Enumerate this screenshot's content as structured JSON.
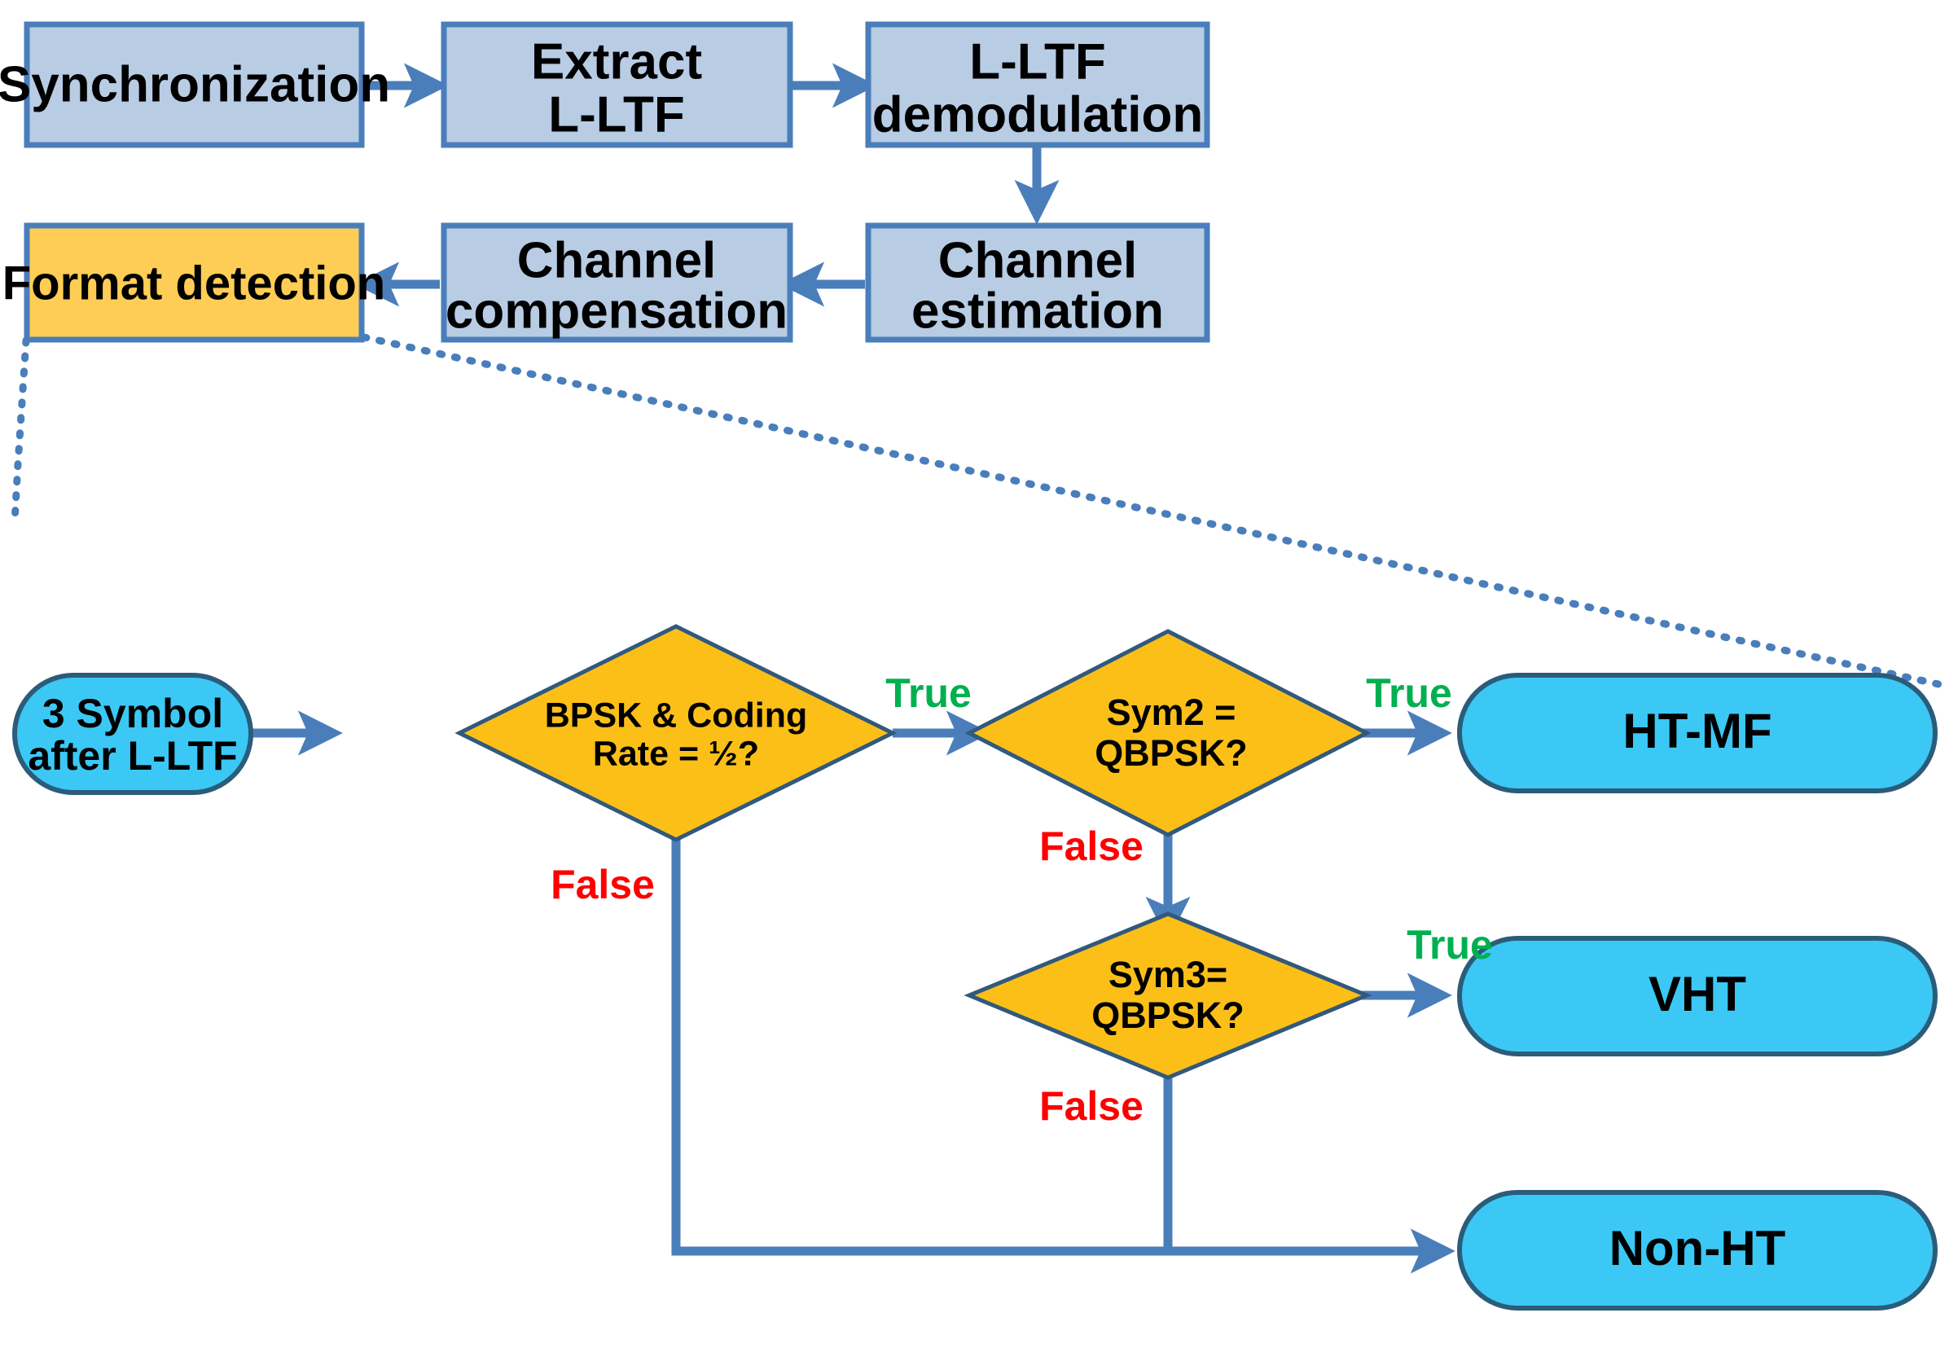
{
  "diagram": {
    "title": "WLAN packet format detection flowchart",
    "colors": {
      "process_fill": "#b8cce4",
      "process_stroke": "#4a7ebb",
      "highlight_fill": "#fdcd55",
      "decision_fill": "#fcbf18",
      "decision_stroke": "#31597d",
      "terminator_fill": "#3bc8f5",
      "terminator_stroke": "#2b5c7a",
      "connector": "#4a7ebb",
      "true_label": "#00b050",
      "false_label": "#ff0000"
    },
    "pipeline": {
      "nodes": [
        {
          "id": "synchronization",
          "label_line1": "Synchronization",
          "label_line2": "",
          "type": "process"
        },
        {
          "id": "extract-l-ltf",
          "label_line1": "Extract",
          "label_line2": "L-LTF",
          "type": "process"
        },
        {
          "id": "l-ltf-demodulation",
          "label_line1": "L-LTF",
          "label_line2": "demodulation",
          "type": "process"
        },
        {
          "id": "channel-estimation",
          "label_line1": "Channel",
          "label_line2": "estimation",
          "type": "process"
        },
        {
          "id": "channel-compensation",
          "label_line1": "Channel",
          "label_line2": "compensation",
          "type": "process"
        },
        {
          "id": "format-detection",
          "label_line1": "Format detection",
          "label_line2": "",
          "type": "process-highlight"
        }
      ]
    },
    "detection": {
      "start": {
        "id": "three-symbol-after-l-ltf",
        "label_line1": "3 Symbol",
        "label_line2": "after L-LTF"
      },
      "decisions": [
        {
          "id": "bpsk-coding-rate",
          "label_line1": "BPSK & Coding",
          "label_line2": "Rate  = ½?"
        },
        {
          "id": "sym2-qbpsk",
          "label_line1": "Sym2 =",
          "label_line2": "QBPSK?"
        },
        {
          "id": "sym3-qbpsk",
          "label_line1": "Sym3=",
          "label_line2": "QBPSK?"
        }
      ],
      "outcomes": [
        {
          "id": "ht-mf",
          "label": "HT-MF"
        },
        {
          "id": "vht",
          "label": "VHT"
        },
        {
          "id": "non-ht",
          "label": "Non-HT"
        }
      ],
      "edge_labels": {
        "true": "True",
        "false": "False"
      },
      "branches": [
        {
          "from": "bpsk-coding-rate",
          "condition": "True",
          "to": "sym2-qbpsk"
        },
        {
          "from": "bpsk-coding-rate",
          "condition": "False",
          "to": "non-ht"
        },
        {
          "from": "sym2-qbpsk",
          "condition": "True",
          "to": "ht-mf"
        },
        {
          "from": "sym2-qbpsk",
          "condition": "False",
          "to": "sym3-qbpsk"
        },
        {
          "from": "sym3-qbpsk",
          "condition": "True",
          "to": "vht"
        },
        {
          "from": "sym3-qbpsk",
          "condition": "False",
          "to": "non-ht"
        }
      ]
    }
  }
}
